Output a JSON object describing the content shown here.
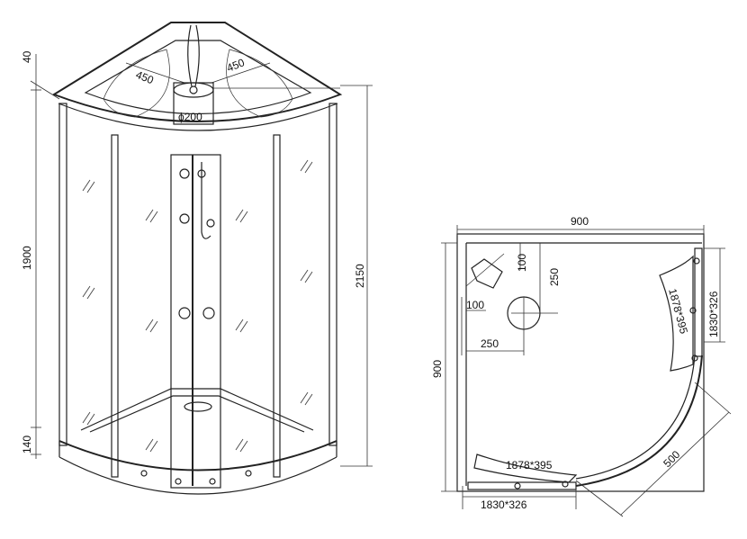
{
  "front_view": {
    "dims": {
      "top_thickness": "40",
      "seat_radius_left": "450",
      "seat_radius_right": "450",
      "head_diameter": "ϕ200",
      "glass_height": "1900",
      "total_height": "2150",
      "tray_height": "140"
    }
  },
  "plan_view": {
    "dims": {
      "width_top": "900",
      "depth_left": "900",
      "offset_100_a": "100",
      "offset_100_b": "100",
      "offset_250_vertical": "250",
      "offset_250_horizontal": "250",
      "door_right": "1830*326",
      "curved_right": "1878*395",
      "curved_bottom": "1878*395",
      "door_bottom": "1830*326",
      "diagonal": "500"
    }
  },
  "colors": {
    "line": "#222222",
    "background": "#ffffff"
  }
}
